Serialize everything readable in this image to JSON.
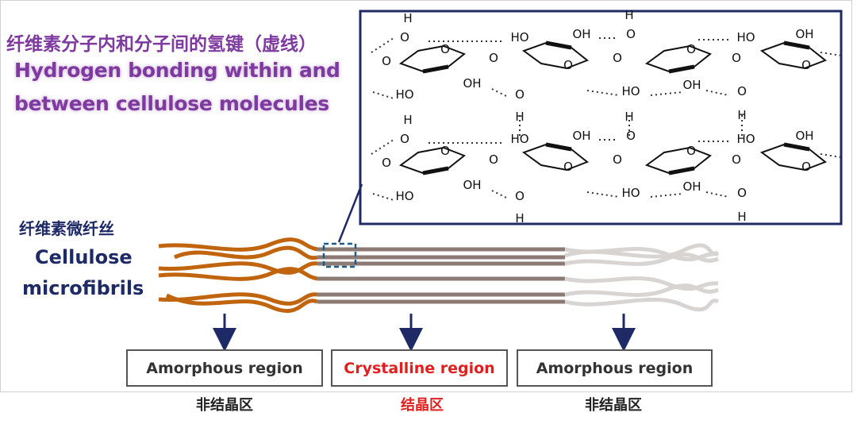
{
  "title": {
    "cn": "纤维素分子内和分子间的氢键（虚线）",
    "en_line1": "Hydrogen bonding within and",
    "en_line2": "between cellulose molecules"
  },
  "microfibril": {
    "cn": "纤维素微纤丝",
    "en_line1": "Cellulose",
    "en_line2": "microfibrils"
  },
  "regions": [
    {
      "en": "Amorphous  region",
      "cn": "非结晶区",
      "type": "amorphous"
    },
    {
      "en": "Crystalline region",
      "cn": "结晶区",
      "type": "crystalline"
    },
    {
      "en": "Amorphous  region",
      "cn": "非结晶区",
      "type": "amorphous"
    }
  ],
  "molecule_labels": {
    "hydroxyl": "OH",
    "hydroxyl_left": "HO",
    "hydrogen": "H",
    "oxygen": "O"
  },
  "colors": {
    "title": "#7f3aa0",
    "label": "#1e2a66",
    "amorphous_fiber": "#c0640e",
    "crystalline_fiber": "#8c7a74",
    "faded_fiber": "#d8d4d2",
    "box_border": "#1e2a66",
    "highlight": "#e0201f"
  }
}
